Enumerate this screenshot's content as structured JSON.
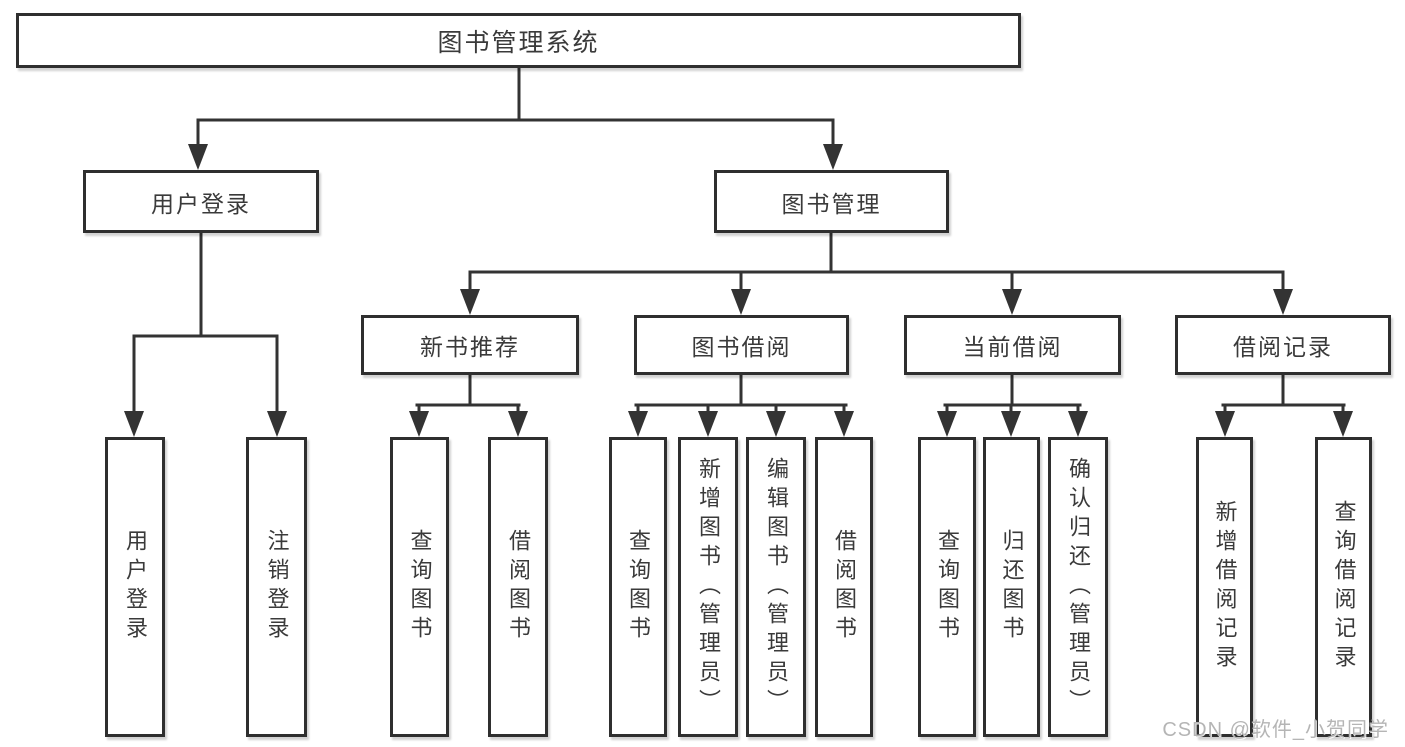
{
  "diagram_title": "图书管理系统",
  "tree": {
    "label": "图书管理系统",
    "children": [
      {
        "label": "用户登录",
        "children": [
          {
            "label": "用户登录"
          },
          {
            "label": "注销登录"
          }
        ]
      },
      {
        "label": "图书管理",
        "children": [
          {
            "label": "新书推荐",
            "children": [
              {
                "label": "查询图书"
              },
              {
                "label": "借阅图书"
              }
            ]
          },
          {
            "label": "图书借阅",
            "children": [
              {
                "label": "查询图书"
              },
              {
                "label": "新增图书（管理员）"
              },
              {
                "label": "编辑图书（管理员）"
              },
              {
                "label": "借阅图书"
              }
            ]
          },
          {
            "label": "当前借阅",
            "children": [
              {
                "label": "查询图书"
              },
              {
                "label": "归还图书"
              },
              {
                "label": "确认归还（管理员）"
              }
            ]
          },
          {
            "label": "借阅记录",
            "children": [
              {
                "label": "新增借阅记录"
              },
              {
                "label": "查询借阅记录"
              }
            ]
          }
        ]
      }
    ]
  },
  "watermark": {
    "text": "CSDN @软件_小贺同学"
  },
  "colors": {
    "line": "#333333",
    "border": "#2f2f2f",
    "text": "#3a3a3a",
    "watermark": "#b5b5b5",
    "background": "#ffffff"
  }
}
